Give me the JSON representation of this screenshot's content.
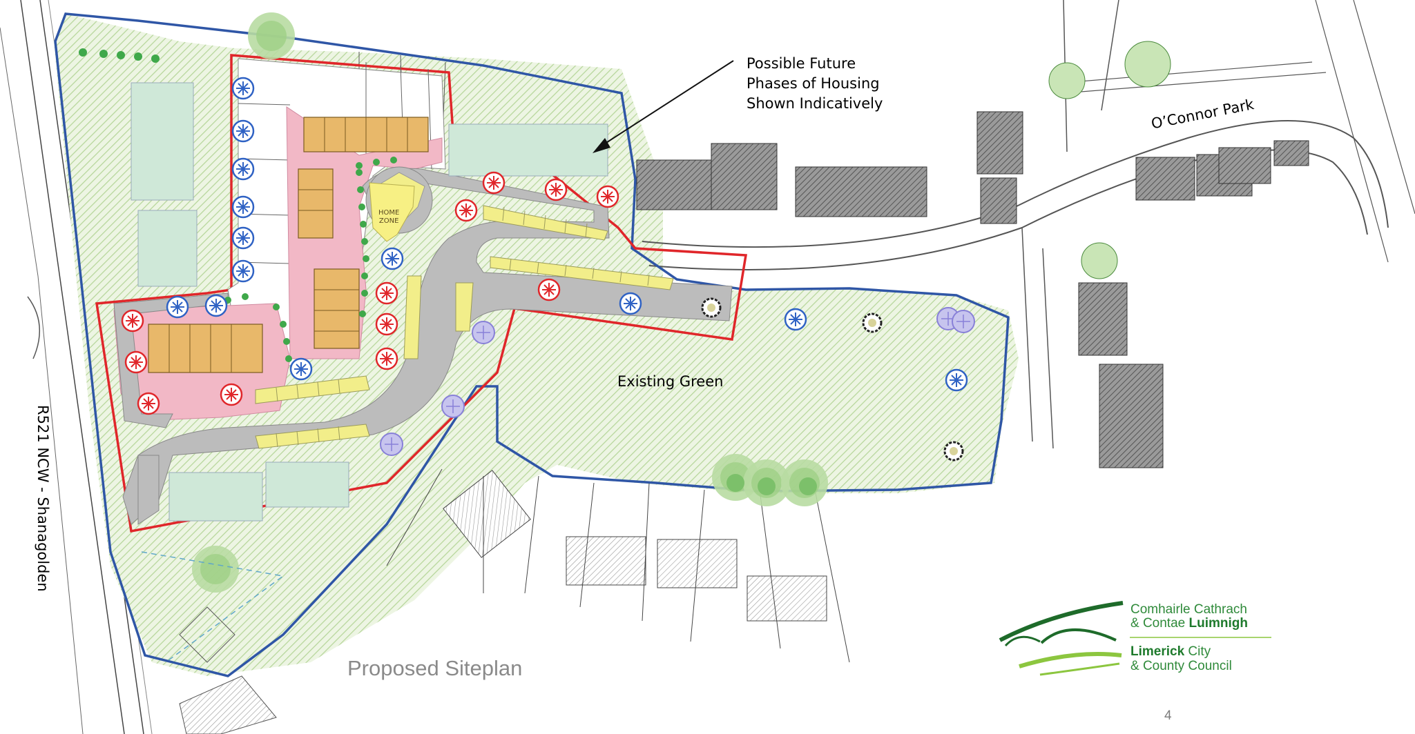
{
  "annotation": {
    "line1": "Possible Future",
    "line2": "Phases of Housing",
    "line3": "Shown Indicatively"
  },
  "labels": {
    "road_oconnor": "O’Connor Park",
    "existing_green": "Existing Green",
    "road_r521": "R521 NCW - Shanagolden",
    "home_zone_1": "HOME",
    "home_zone_2": "ZONE"
  },
  "title": "Proposed Siteplan",
  "page_number": "4",
  "logo": {
    "irish_line1": "Comhairle Cathrach",
    "irish_line2_prefix": "& Contae ",
    "irish_line2_bold": "Luimnigh",
    "english_line1_bold": "Limerick",
    "english_line1_rest": " City",
    "english_line2": "& County Council"
  },
  "colors": {
    "site_boundary_red": "#e0262a",
    "ownership_boundary_blue": "#2f56a6",
    "green_hatch": "#bcd9a0",
    "roads_grey": "#bfbfbf",
    "parking_yellow": "#f2ee8a",
    "houses_orange": "#e8b86a",
    "paving_pink": "#f2b8c6",
    "existing_houses_grey": "#777777",
    "logo_green": "#2f8a3a"
  }
}
